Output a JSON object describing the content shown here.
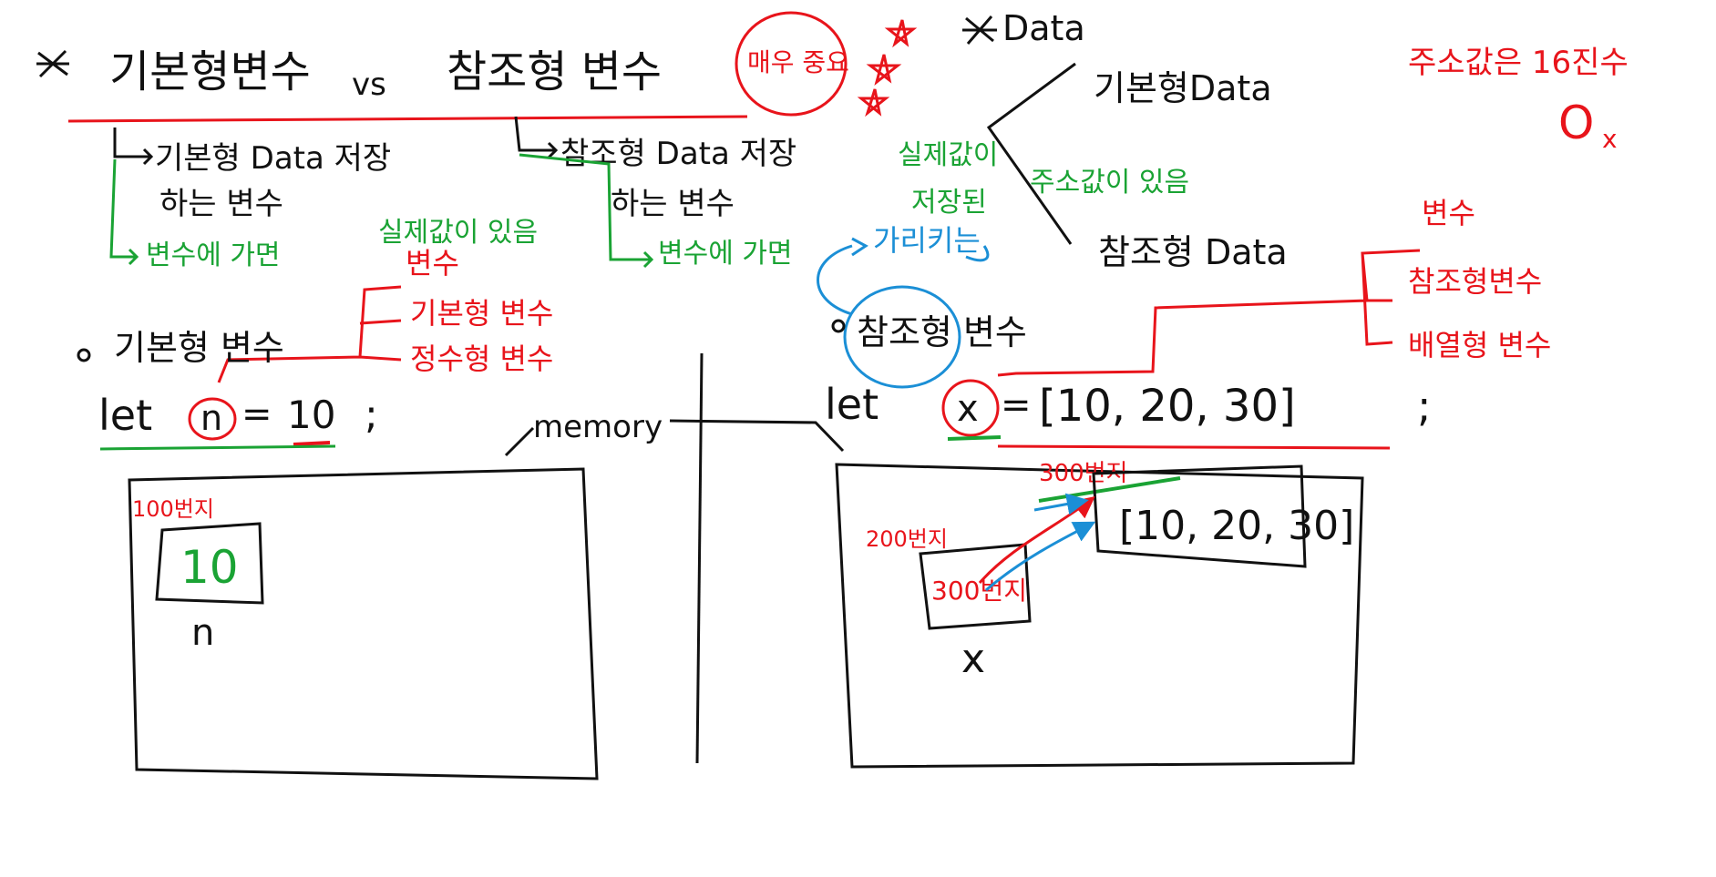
{
  "colors": {
    "ink": "#111111",
    "red": "#e8141b",
    "green": "#1aa334",
    "blue": "#1b8fd6",
    "bg": "#ffffff"
  },
  "headings": {
    "title_left": "기본형변수",
    "title_vs": "vs",
    "title_right": "참조형 변수",
    "important": "매우 중요",
    "data_heading": "Data",
    "data_primitive": "기본형Data",
    "data_reference": "참조형 Data",
    "address_note": "주소값은 16진수",
    "ox": "O",
    "ox_x": "x"
  },
  "left_notes": {
    "line1": "기본형 Data 저장",
    "line2": "하는 변수",
    "line3": "변수에 가면",
    "line4": "실제값이 있음",
    "group_title": "기본형 변수",
    "sub_title": "변수",
    "sub_1": "기본형 변수",
    "sub_2": "정수형 변수",
    "code_let": "let",
    "code_var": "n",
    "code_eq": "=",
    "code_val": "10",
    "code_semi": ";",
    "memory_label": "memory",
    "mem_addr": "100번지",
    "mem_val": "10",
    "mem_name": "n"
  },
  "right_notes": {
    "line1": "참조형 Data 저장",
    "line2": "하는 변수",
    "line3": "변수에 가면",
    "line4": "가리키는",
    "line5": "실제값이",
    "line6": "저장된",
    "line7": "주소값이 있음",
    "group_title": "참조형 변수",
    "sub_title": "변수",
    "sub_1": "참조형변수",
    "sub_2": "배열형 변수",
    "code_let": "let",
    "code_var": "x",
    "code_eq": "=",
    "code_val": "[10, 20, 30]",
    "code_semi": ";",
    "mem_addr_ref": "200번지",
    "mem_ptr": "300번지",
    "mem_addr_arr": "300번지",
    "mem_arr": "[10, 20, 30]",
    "mem_name": "x"
  }
}
